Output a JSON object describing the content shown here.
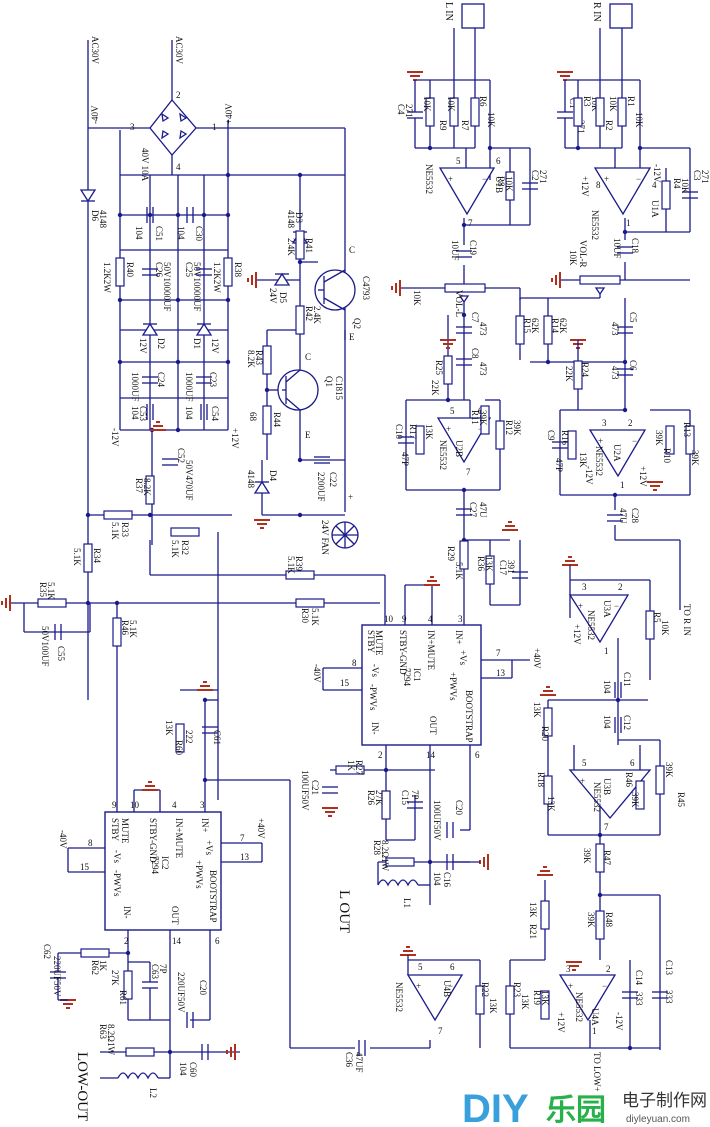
{
  "power": {
    "ac_left": "AC30V",
    "ac_right": "AC30V",
    "rail_pos": "+40V",
    "rail_neg": "-40V",
    "bridge": "40V 10A",
    "p12": "+12V",
    "n12": "-12V"
  },
  "components": {
    "D6": "D6",
    "D6v": "4148",
    "D3": "D3",
    "D3v": "4148",
    "C51": "C51",
    "C51v": "104",
    "C30": "C30",
    "C30v": "104",
    "C26": "C26",
    "C26v": "50V10000UF",
    "C25": "C25",
    "C25v": "50V10000UF",
    "R40": "R40",
    "R40v": "1.2K2W",
    "R38": "R38",
    "R38v": "1.2K2W",
    "D2": "D2",
    "D2v": "12V",
    "D1": "D1",
    "D1v": "12V",
    "C24": "C24",
    "C24v": "1000UF",
    "C23": "C23",
    "C23v": "1000UF",
    "C53": "C53",
    "C53v": "104",
    "C54": "C54",
    "C54v": "104",
    "R41": "R41",
    "R41v": "2.4K",
    "R42": "R42",
    "R42v": "2.4K",
    "D5": "D5",
    "D5v": "24V",
    "Q2": "Q2",
    "Q2v": "C4793",
    "Q1": "Q1",
    "Q1v": "C1815",
    "R43": "R43",
    "R43v": "8.2K",
    "R44": "R44",
    "R44v": "68",
    "D4": "D4",
    "D4v": "4148",
    "C22": "C22",
    "C22v": "2200UF",
    "C52": "C52",
    "C52v": "50V470UF",
    "R37": "R37",
    "R37v": "8.2K",
    "R33": "R33",
    "R33v": "5.1K",
    "R32": "R32",
    "R32v": "5.1K",
    "R34": "R34",
    "R34v": "5.1K",
    "R35": "R35",
    "R35v": "5.1K",
    "C55": "C55",
    "C55v": "50V100UF",
    "R46": "R46",
    "R46v": "5.1K",
    "R39": "R39",
    "R39v": "5.1K",
    "R30": "R30",
    "R30v": "5.1K",
    "fan": "24V FAN",
    "R60": "R60",
    "R60v": "13K",
    "C61": "C61",
    "C61v": "222",
    "C62": "C62",
    "C62v": "220UF50V",
    "R62": "R62",
    "R62v": "1K",
    "R61": "R61",
    "R61v": "27K",
    "C63": "C63",
    "C63v": "7P",
    "C20b": "C20",
    "C20bv": "220UF50V",
    "R63": "R63",
    "R63v": "8.2Ω1W",
    "L2": "L2",
    "C60": "C60",
    "C60v": "104",
    "C36": "C36",
    "C36v": "47UF",
    "R28": "R28",
    "R28v": "8.2Ω1W",
    "L1": "L1",
    "C16": "C16",
    "C16v": "104",
    "C21": "C21",
    "C21v": "100UF50V",
    "R27": "R27",
    "R27v": "1K",
    "R26": "R26",
    "R26v": "27K",
    "C15": "C15",
    "C15v": "7P",
    "C20": "C20",
    "C20v": "100UF50V",
    "C4": "C4",
    "C4v": "271",
    "R9": "R9",
    "R9v": "10K",
    "R7": "R7",
    "R7v": "10K",
    "R6": "R6",
    "R6v": "10K",
    "R8": "R8",
    "R8v": "10K",
    "C2": "C2",
    "C2v": "271",
    "C19": "C19",
    "C19v": "10UF",
    "VOLL": "VOL-L",
    "VOLLv": "10K",
    "C7": "C7",
    "C7v": "473",
    "C8": "C8",
    "C8v": "473",
    "R25": "R25",
    "R25v": "22K",
    "R11": "R11",
    "R11v": "39K",
    "R12": "R12",
    "R12v": "39K",
    "R17": "R17",
    "R17v": "13K",
    "C10": "C10",
    "C10v": "47P",
    "R15": "R15",
    "R15v": "62K",
    "C27": "C27",
    "C27v": "47U",
    "R29": "R29",
    "R29v": "5.1K",
    "R36": "R36",
    "R36v": "13K",
    "C17": "C17",
    "C17v": "391",
    "C1": "C1",
    "C1v": "271",
    "R3": "R3",
    "R3v": "10K",
    "R2": "R2",
    "R2v": "10K",
    "R1": "R1",
    "R1v": "10K",
    "R4": "R4",
    "R4v": "10K",
    "C3": "C3",
    "C3v": "271",
    "C18": "C18",
    "C18v": "10UF",
    "VOLR": "VOL-R",
    "VOLRv": "10K",
    "R14": "R14",
    "R14v": "62K",
    "C5": "C5",
    "C5v": "473",
    "C6": "C6",
    "C6v": "473",
    "R24": "R24",
    "R24v": "22K",
    "R16": "R16",
    "R16v": "13K",
    "C9": "C9",
    "C9v": "47P",
    "R10": "R10",
    "R10v": "39K",
    "R13": "R13",
    "R13v": "39K",
    "C28": "C28",
    "C28v": "47U",
    "R5": "R5",
    "R5v": "10K",
    "C11": "C11",
    "C11v": "104",
    "C12": "C12",
    "C12v": "104",
    "R20": "R20",
    "R20v": "13K",
    "R18": "R18",
    "R18v": "13K",
    "R46b": "R46",
    "R46bv": "39K",
    "R45": "R45",
    "R45v": "39K",
    "R47": "R47",
    "R47v": "39K",
    "R48": "R48",
    "R48v": "39K",
    "R21": "R21",
    "R21v": "13K",
    "R19": "R19",
    "R19v": "13K",
    "C14": "C14",
    "C14v": "333",
    "C13": "C13",
    "C13v": "333",
    "R22": "R22",
    "R22v": "13K",
    "R23": "R23",
    "R23v": "13K"
  },
  "opamps": {
    "U1B": "U1B",
    "U1A": "U1A",
    "U2B": "U2B",
    "U2A": "U2A",
    "U3A": "U3A",
    "U3B": "U3B",
    "U4A": "U4A",
    "U4B": "U4B",
    "ne": "NE5532"
  },
  "ic1": {
    "ref": "IC1",
    "part": "7294",
    "mute": "MUTE",
    "stby": "STBY",
    "stbygnd": "STBY-GND",
    "inmute": "IN+MUTE",
    "vs_neg": "-Vs",
    "vs_pos": "+Vs",
    "pwvs_neg": "-PWVs",
    "pwvs_pos": "+PWVs",
    "inp": "IN+",
    "inn": "IN-",
    "out": "OUT",
    "boot": "BOOTSTRAP"
  },
  "ic2": {
    "ref": "IC2",
    "part": "7294",
    "mute": "MUTE",
    "stby": "STBY",
    "stbygnd": "STBY-GND",
    "inmute": "IN+MUTE",
    "vs_neg": "-Vs",
    "vs_pos": "+Vs",
    "pwvs_neg": "-PWVs",
    "pwvs_pos": "+PWVs",
    "inp": "IN+",
    "inn": "IN-",
    "out": "OUT",
    "boot": "BOOTSTRAP"
  },
  "labels": {
    "lin": "L IN",
    "rin": "R IN",
    "lout": "L OUT",
    "lowout": "LOW-OUT",
    "torin": "TO R IN",
    "tolow": "TO LOW+"
  },
  "logo": {
    "diy": "DIY",
    "le": "乐园",
    "cn": "电子制作网",
    "url": "diyleyuan.com"
  }
}
